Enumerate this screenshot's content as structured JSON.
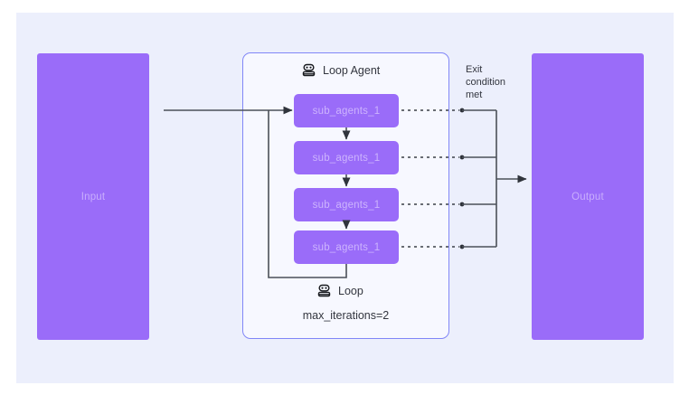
{
  "diagram": {
    "title": "Loop Agent workflow",
    "canvas_background": "#eceffc",
    "accent_color": "#9a6cf9",
    "container_border_color": "#8186f7"
  },
  "input_node": {
    "label": "Input"
  },
  "output_node": {
    "label": "Output"
  },
  "loop_agent": {
    "header_label": "Loop Agent",
    "header_icon": "robot-icon",
    "footer_label": "Loop",
    "footer_icon": "robot-icon",
    "max_iterations_label": "max_iterations=2",
    "sub_agents": [
      {
        "label": "sub_agents_1"
      },
      {
        "label": "sub_agents_1"
      },
      {
        "label": "sub_agents_1"
      },
      {
        "label": "sub_agents_1"
      }
    ]
  },
  "annotations": {
    "exit_condition": "Exit\ncondition\nmet"
  }
}
